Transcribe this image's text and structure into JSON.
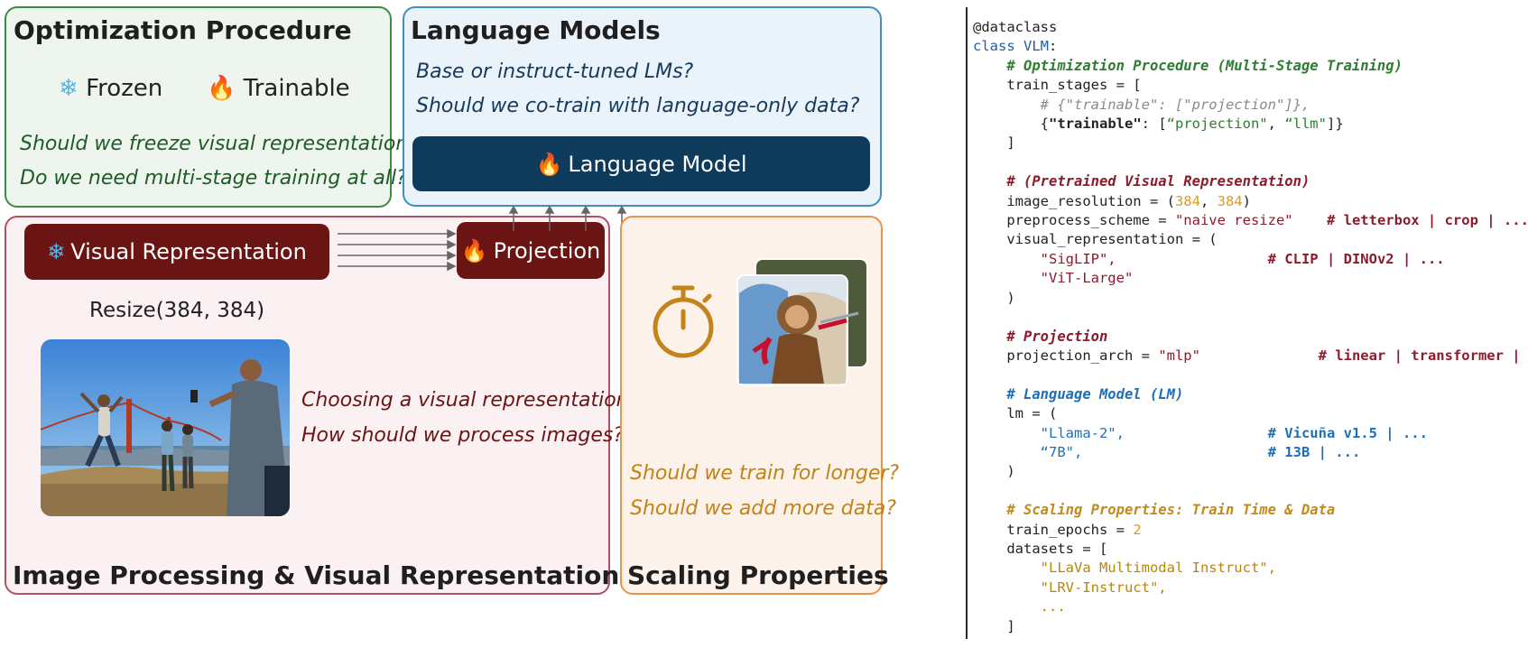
{
  "optimization": {
    "title": "Optimization Procedure",
    "frozen_label": "Frozen",
    "trainable_label": "Trainable",
    "questions": [
      "Should we freeze visual representations?",
      "Do we need multi-stage training at all?"
    ]
  },
  "language_models": {
    "title": "Language Models",
    "questions": [
      "Base or instruct-tuned LMs?",
      "Should we co-train with language-only data?"
    ],
    "box_label": "Language Model"
  },
  "image_processing": {
    "title": "Image Processing & Visual Representations",
    "visual_box": "Visual Representation",
    "projection_box": "Projection",
    "resize_label": "Resize(384, 384)",
    "questions": [
      "Choosing a visual representation?",
      "How should we process images?"
    ]
  },
  "scaling": {
    "title": "Scaling Properties",
    "questions": [
      "Should we train for longer?",
      "Should we add more data?"
    ]
  },
  "icons": {
    "frozen": "snowflake-icon",
    "trainable": "fire-icon",
    "timer": "stopwatch-icon"
  },
  "colors": {
    "green": "#3d8b45",
    "blue": "#3f8fc0",
    "maroon": "#b05266",
    "orange": "#e8924a",
    "dark_red": "#6b1414",
    "navy": "#0e3a5c"
  },
  "code": {
    "decorator": "@dataclass",
    "class_kw": "class",
    "class_name": "VLM",
    "c_opt": "# Optimization Procedure (Multi-Stage Training)",
    "train_stages": "train_stages = [",
    "stage_comment": "# {\"trainable\": [\"projection\"]},",
    "stage_open": "{",
    "stage_key": "\"trainable\"",
    "stage_mid": ": [",
    "stage_v1": "“projection\"",
    "stage_comma": ", ",
    "stage_v2": "“llm\"",
    "stage_close": "]}",
    "bracket_close": "]",
    "c_vis": "# (Pretrained Visual Representation)",
    "img_res": "image_resolution = (",
    "res_a": "384",
    "res_sep": ", ",
    "res_b": "384",
    "paren_close": ")",
    "pre_key": "preprocess_scheme = ",
    "pre_val": "\"naive resize\"",
    "pre_comment": "# letterbox | crop | ...",
    "vis_rep": "visual_representation = (",
    "vis_v1": "\"SigLIP\",",
    "vis_comment": "# CLIP | DINOv2 | ...",
    "vis_v2": "\"ViT-Large\"",
    "c_proj": "# Projection",
    "proj_key": "projection_arch = ",
    "proj_val": "\"mlp\"",
    "proj_comment": "# linear | transformer | ...",
    "c_lm": "# Language Model (LM)",
    "lm_open": "lm = (",
    "lm_v1": "\"Llama-2\",",
    "lm_c1": "# Vicuña v1.5 | ...",
    "lm_v2": "“7B\",",
    "lm_c2": "# 13B | ...",
    "c_scale": "# Scaling Properties: Train Time & Data",
    "epochs_key": "train_epochs = ",
    "epochs_val": "2",
    "datasets_open": "datasets = [",
    "ds1": "\"LLaVa Multimodal Instruct\",",
    "ds2": "\"LRV-Instruct\",",
    "ds3": "..."
  }
}
